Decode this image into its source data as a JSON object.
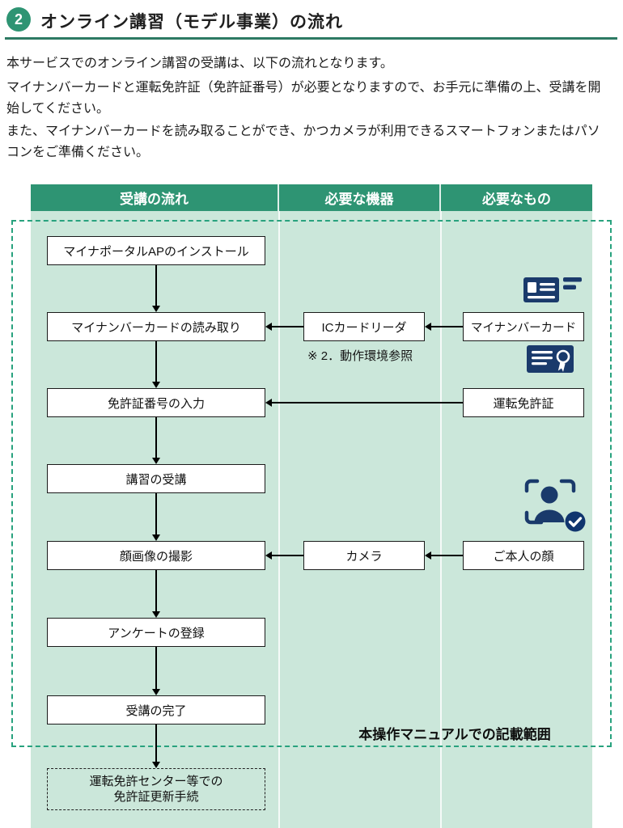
{
  "header": {
    "number": "2",
    "title": "オンライン講習（モデル事業）の流れ"
  },
  "intro": {
    "p1": "本サービスでのオンライン講習の受講は、以下の流れとなります。",
    "p2": "マイナンバーカードと運転免許証（免許証番号）が必要となりますので、お手元に準備の上、受講を開始してください。",
    "p3": "また、マイナンバーカードを読み取ることができ、かつカメラが利用できるスマートフォンまたはパソコンをご準備ください。"
  },
  "table": {
    "columns": [
      "受講の流れ",
      "必要な機器",
      "必要なもの"
    ]
  },
  "flow": {
    "steps": [
      "マイナポータルAPのインストール",
      "マイナンバーカードの読み取り",
      "免許証番号の入力",
      "講習の受講",
      "顔画像の撮影",
      "アンケートの登録",
      "受講の完了"
    ],
    "final": {
      "line1": "運転免許センター等での",
      "line2": "免許証更新手続"
    }
  },
  "devices": {
    "ic_card_reader": "ICカードリーダ",
    "note": "※ 2．動作環境参照",
    "camera": "カメラ"
  },
  "items": {
    "mynumber_card": "マイナンバーカード",
    "drivers_license": "運転免許証",
    "face": "ご本人の顔"
  },
  "scope_label": "本操作マニュアルでの記載範囲",
  "icons": {
    "mynumber_card": "id-card-icon",
    "drivers_license": "license-card-icon",
    "face": "face-verification-icon"
  },
  "colors": {
    "header_green": "#2E9473",
    "body_green": "#CBE7DA",
    "scope_border_teal": "#28A27E",
    "icon_navy": "#1A3A6B",
    "divider_green": "#2D7A63"
  }
}
